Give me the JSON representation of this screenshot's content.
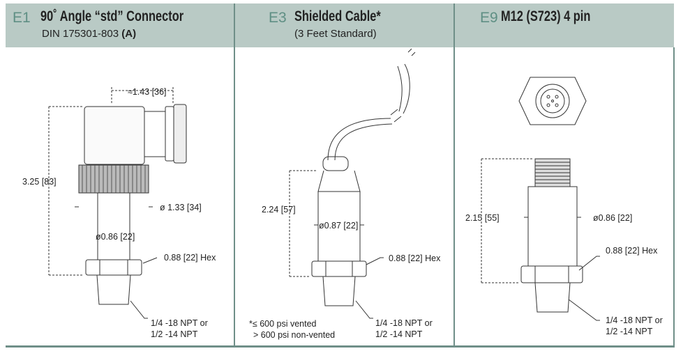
{
  "panels": [
    {
      "code": "E1",
      "title": "90˚ Angle “std” Connector",
      "subtitle": "DIN 175301-803",
      "subtitle_bold": "(A)",
      "dims": {
        "width_top": "≈1.43 [36]",
        "height": "3.25 [83]",
        "diameter_collar": "ø 1.33 [34]",
        "diameter_body": "ø0.86 [22]",
        "hex": "0.88 [22] Hex",
        "thread_1": "1/4 -18 NPT or",
        "thread_2": "1/2 -14 NPT"
      }
    },
    {
      "code": "E3",
      "title": "Shielded Cable*",
      "subtitle": "(3 Feet Standard)",
      "dims": {
        "height": "2.24 [57]",
        "diameter_body": "ø0.87 [22]",
        "hex": "0.88 [22] Hex",
        "thread_1": "1/4 -18 NPT or",
        "thread_2": "1/2 -14 NPT"
      },
      "footnote_1": "*≤ 600 psi vented",
      "footnote_2": "> 600 psi non-vented"
    },
    {
      "code": "E9",
      "title": "M12 (S723) 4 pin",
      "dims": {
        "height": "2.15 [55]",
        "diameter_body": "ø0.86 [22]",
        "hex": "0.88 [22] Hex",
        "thread_1": "1/4 -18 NPT or",
        "thread_2": "1/2 -14 NPT"
      }
    }
  ]
}
